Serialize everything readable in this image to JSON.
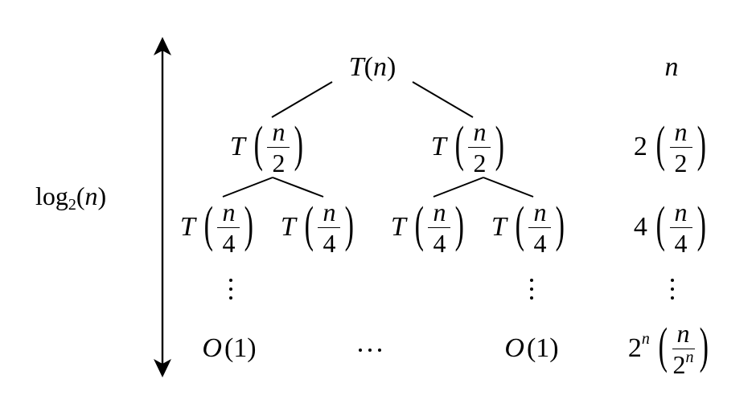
{
  "diagram": {
    "type": "recursion-tree",
    "axis": {
      "label_fn": "log",
      "label_base": "2",
      "label_arg": "n",
      "direction": "bidirectional-vertical"
    },
    "tree": {
      "root": {
        "fn": "T",
        "arg": "n",
        "text": "T(n)"
      },
      "level1": [
        {
          "fn": "T",
          "num": "n",
          "den": "2",
          "text": "T(n/2)"
        },
        {
          "fn": "T",
          "num": "n",
          "den": "2",
          "text": "T(n/2)"
        }
      ],
      "level2": [
        {
          "fn": "T",
          "num": "n",
          "den": "4",
          "text": "T(n/4)"
        },
        {
          "fn": "T",
          "num": "n",
          "den": "4",
          "text": "T(n/4)"
        },
        {
          "fn": "T",
          "num": "n",
          "den": "4",
          "text": "T(n/4)"
        },
        {
          "fn": "T",
          "num": "n",
          "den": "4",
          "text": "T(n/4)"
        }
      ],
      "leaves": [
        {
          "fn": "O",
          "arg": "1",
          "text": "O(1)"
        },
        {
          "text": "⋯"
        },
        {
          "fn": "O",
          "arg": "1",
          "text": "O(1)"
        }
      ]
    },
    "level_costs": [
      {
        "coef": "",
        "num": "n",
        "den": "",
        "text": "n"
      },
      {
        "coef": "2",
        "num": "n",
        "den": "2",
        "text": "2(n/2)"
      },
      {
        "coef": "4",
        "num": "n",
        "den": "4",
        "text": "4(n/4)"
      },
      {
        "coef": "2",
        "coef_exp": "n",
        "num": "n",
        "den": "2",
        "den_exp": "n",
        "text": "2^n(n/2^n)"
      }
    ],
    "colors": {
      "ink": "#000000",
      "background": "#ffffff"
    }
  }
}
